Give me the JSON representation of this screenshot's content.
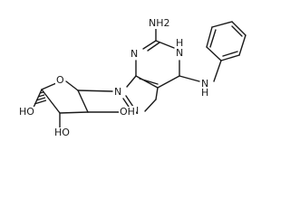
{
  "molecule": {
    "atoms": {
      "nh2": "NH2",
      "n3": "N",
      "n1_h": "N",
      "n1_hh": "H",
      "n9": "N",
      "n7": "N",
      "n6_nh": "N",
      "n6_h": "H",
      "ring_o": "O",
      "ho_c5": "HO",
      "oh_c2": "OH",
      "ho_c3": "HO"
    }
  }
}
